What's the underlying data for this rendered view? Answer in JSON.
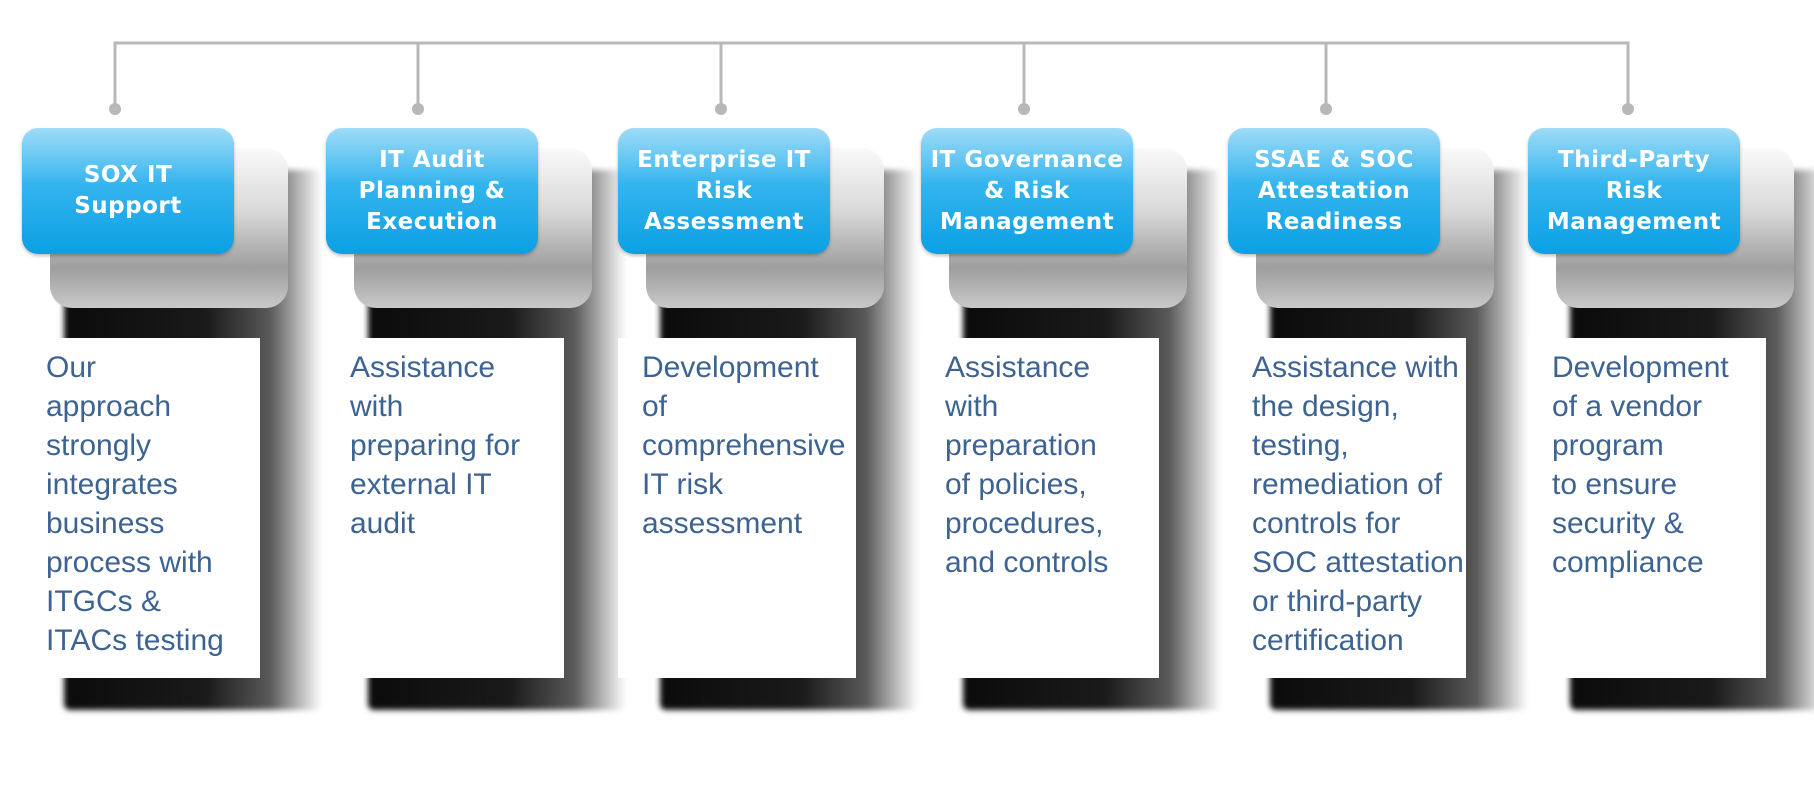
{
  "colors": {
    "title_bg": "#1aa7e8",
    "title_text": "#ffffff",
    "desc_text": "#3d6392",
    "connector": "#b8b8b8"
  },
  "items": [
    {
      "title": "SOX IT\nSupport",
      "desc": "Our\napproach\nstrongly\nintegrates\nbusiness\nprocess with\nITGCs &\nITACs testing"
    },
    {
      "title": "IT Audit\nPlanning &\nExecution",
      "desc": "Assistance\nwith\npreparing for\nexternal IT\naudit"
    },
    {
      "title": "Enterprise IT\nRisk\nAssessment",
      "desc": "Development\nof\ncomprehensive\nIT risk\nassessment"
    },
    {
      "title": "IT Governance\n& Risk\nManagement",
      "desc": "Assistance\nwith\npreparation\nof policies,\nprocedures,\nand controls"
    },
    {
      "title": "SSAE & SOC\nAttestation\nReadiness",
      "desc": "Assistance with\nthe design,\ntesting,\nremediation of\ncontrols for\nSOC attestation\nor third-party\ncertification"
    },
    {
      "title": "Third-Party\nRisk\nManagement",
      "desc": "Development\nof a vendor\nprogram\nto ensure\nsecurity &\ncompliance"
    }
  ]
}
